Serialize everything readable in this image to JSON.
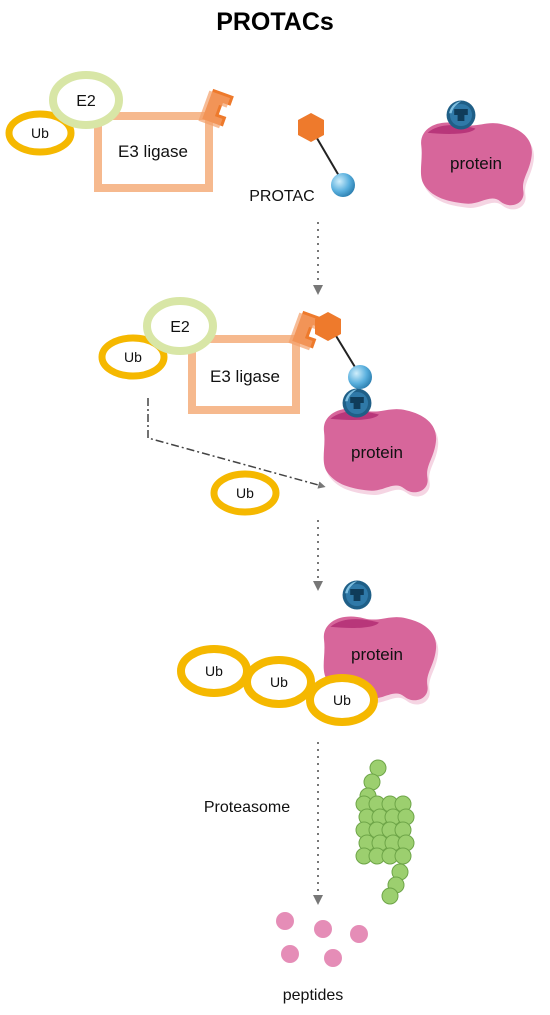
{
  "title": "PROTACs",
  "labels": {
    "e2": "E2",
    "ub": "Ub",
    "e3": "E3 ligase",
    "protac": "PROTAC",
    "protein": "protein",
    "proteasome": "Proteasome",
    "peptides": "peptides"
  },
  "colors": {
    "ub_ring": "#f5b800",
    "e2_ring": "#d8e6a6",
    "e3_box": "#f6b98e",
    "ligand_orange": "#ee7a2c",
    "warhead_blue": "#5ab0de",
    "protein_pink": "#d7669b",
    "binder_blue": "#1f5f87",
    "proteasome_green": "#9ccf6f",
    "peptide_pink": "#e58db7",
    "arrow": "#777777"
  }
}
